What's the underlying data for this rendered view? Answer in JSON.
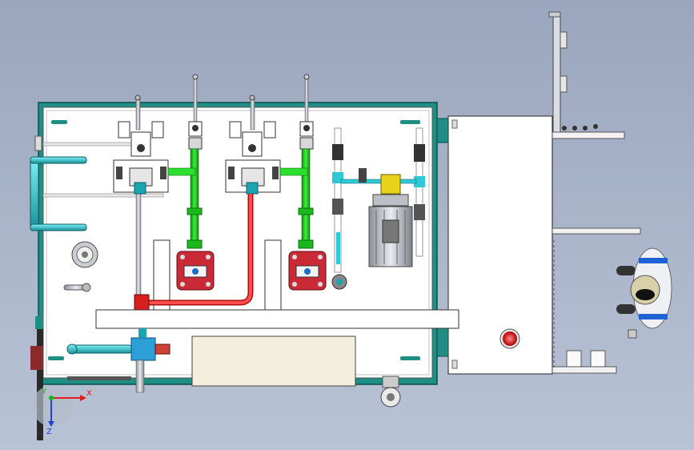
{
  "viewport": {
    "background_top": "#9aa6bd",
    "background_bottom": "#b9c3d6"
  },
  "colors": {
    "frame": "#1f8f86",
    "panel": "#ffffff",
    "pipe_green": "#1fd61f",
    "pipe_red": "#e52222",
    "pipe_cyan": "#2ec9d6",
    "pump_red": "#c92a36",
    "stop_button": "#e01010",
    "motor_yellow": "#e8d21a",
    "cover_fill": "#f3efdc"
  },
  "triad": {
    "x_label": "X",
    "y_label": "Y",
    "z_label": "Z",
    "x_color": "#e02020",
    "y_color": "#18b818",
    "z_color": "#2040e0"
  },
  "components": {
    "left_handle": "handle",
    "pressure_gauge": "gauge",
    "ball_valves": 2,
    "pumps": 2,
    "motor": "motor",
    "stop_button": "stop-button",
    "accumulator": "tank"
  }
}
